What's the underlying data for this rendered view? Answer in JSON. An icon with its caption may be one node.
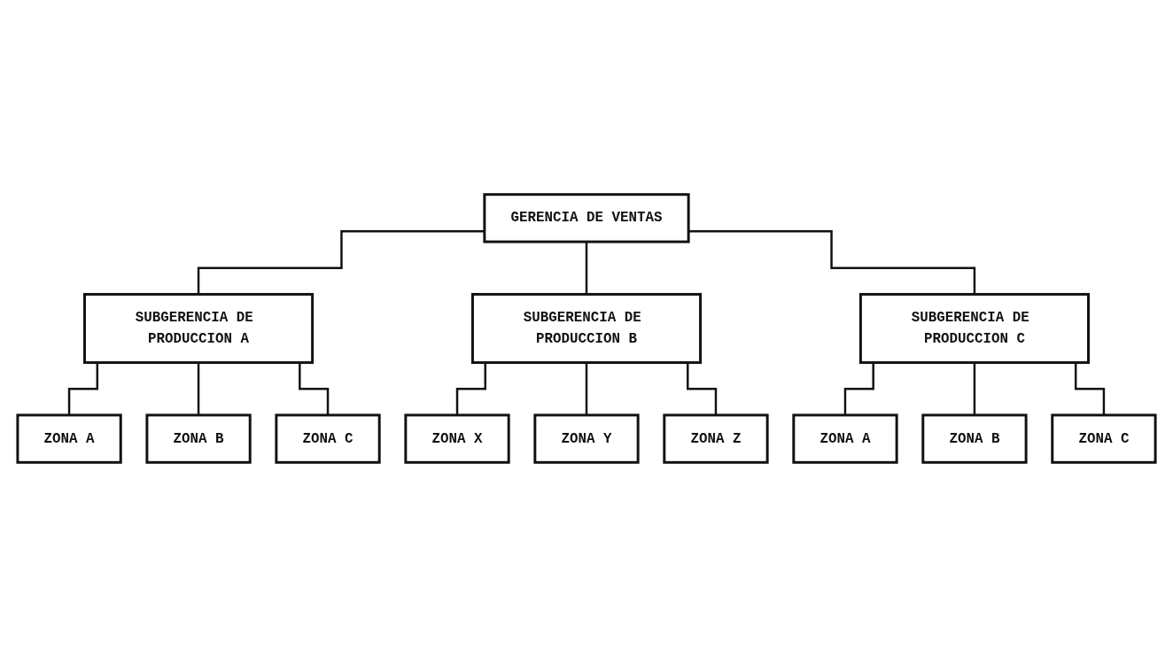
{
  "diagram": {
    "nodes": [
      {
        "text": [
          "GERENCIA DE VENTAS"
        ]
      },
      {
        "text": [
          "SUBGERENCIA DE PRODUCCION A"
        ]
      },
      {
        "text": [
          "ZONA A"
        ]
      },
      {
        "text": [
          "ZONA B"
        ]
      },
      {
        "text": [
          "ZONA C"
        ]
      },
      {
        "text": [
          "SUBGERENCIA DE PRODUCCION B"
        ]
      },
      {
        "text": [
          "ZONA X"
        ]
      },
      {
        "text": [
          "ZONA Y"
        ]
      },
      {
        "text": [
          "ZONA Z"
        ]
      },
      {
        "text": [
          "SUBGERENCIA DE PRODUCCION C"
        ]
      },
      {
        "text": [
          "ZONA A"
        ]
      },
      {
        "text": [
          "ZONA B"
        ]
      },
      {
        "text": [
          "ZONA C"
        ]
      }
    ],
    "edges": [
      {
        "from": 0,
        "to": 1,
        "arrow": "none"
      },
      {
        "from": 0,
        "to": 5,
        "arrow": "none"
      },
      {
        "from": 0,
        "to": 9,
        "arrow": "none"
      },
      {
        "from": 1,
        "to": 2,
        "arrow": "none"
      },
      {
        "from": 1,
        "to": 3,
        "arrow": "none"
      },
      {
        "from": 1,
        "to": 4,
        "arrow": "none"
      },
      {
        "from": 5,
        "to": 6,
        "arrow": "none"
      },
      {
        "from": 5,
        "to": 7,
        "arrow": "none"
      },
      {
        "from": 5,
        "to": 8,
        "arrow": "none"
      },
      {
        "from": 9,
        "to": 10,
        "arrow": "none"
      },
      {
        "from": 9,
        "to": 11,
        "arrow": "none"
      },
      {
        "from": 9,
        "to": 12,
        "arrow": "none"
      }
    ]
  }
}
